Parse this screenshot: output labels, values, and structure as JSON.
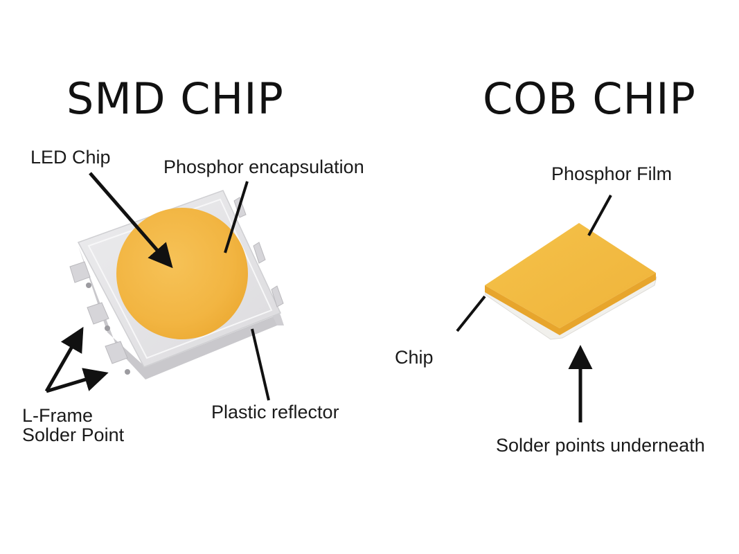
{
  "smd": {
    "title": "SMD CHIP",
    "labels": {
      "led_chip": "LED Chip",
      "phosphor_encapsulation": "Phosphor encapsulation",
      "l_frame_line1": "L-Frame",
      "l_frame_line2": "Solder Point",
      "plastic_reflector": "Plastic reflector"
    }
  },
  "cob": {
    "title": "COB CHIP",
    "labels": {
      "phosphor_film": "Phosphor Film",
      "chip": "Chip",
      "solder_points": "Solder points underneath"
    }
  },
  "colors": {
    "phosphor": "#f4b740",
    "housing": "#e2e1e3",
    "text": "#111111"
  }
}
